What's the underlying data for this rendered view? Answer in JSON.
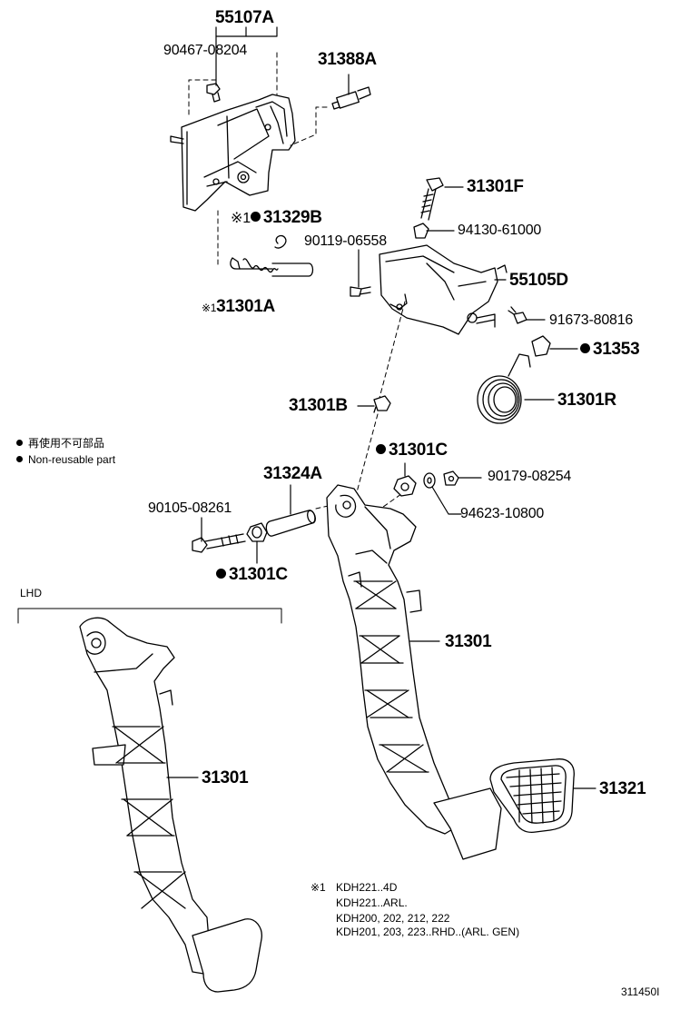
{
  "labels": {
    "p55107A": "55107A",
    "p90467": "90467-08204",
    "p31388A": "31388A",
    "p31329B_prefix": "※1",
    "p31329B": "31329B",
    "p31301A_prefix": "※1",
    "p31301A": "31301A",
    "p31301F": "31301F",
    "p94130": "94130-61000",
    "p90119": "90119-06558",
    "p55105D": "55105D",
    "p91673": "91673-80816",
    "p31353": "31353",
    "p31301R": "31301R",
    "p31301B": "31301B",
    "p31301C_a": "31301C",
    "p31324A": "31324A",
    "p90179": "90179-08254",
    "p90105": "90105-08261",
    "p94623": "94623-10800",
    "p31301C_b": "31301C",
    "p31301_r": "31301",
    "p31301_l": "31301",
    "p31321": "31321"
  },
  "legend": {
    "jp": "再使用不可部品",
    "en": "Non-reusable part"
  },
  "section": {
    "lhd": "LHD"
  },
  "notes": {
    "mark": "※1",
    "lines": [
      "KDH221..4D",
      "KDH221..ARL.",
      "KDH200, 202, 212, 222",
      "KDH201, 203, 223..RHD..(ARL. GEN)"
    ]
  },
  "figure_id": "311450I"
}
